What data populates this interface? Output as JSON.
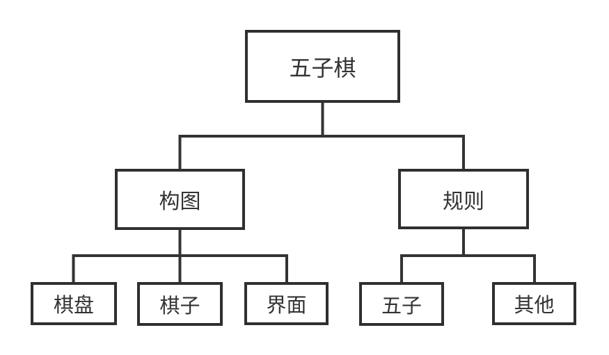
{
  "diagram": {
    "type": "tree",
    "background_color": "#ffffff",
    "line_color": "#333333",
    "border_color": "#2f2f2f",
    "text_color": "#333333",
    "nodes": {
      "root": {
        "label": "五子棋",
        "level": 1,
        "parent": null
      },
      "composition": {
        "label": "构图",
        "level": 2,
        "parent": "五子棋"
      },
      "rules": {
        "label": "规则",
        "level": 2,
        "parent": "五子棋"
      },
      "board": {
        "label": "棋盘",
        "level": 3,
        "parent": "构图"
      },
      "pieces": {
        "label": "棋子",
        "level": 3,
        "parent": "构图"
      },
      "interface": {
        "label": "界面",
        "level": 3,
        "parent": "构图"
      },
      "five": {
        "label": "五子",
        "level": 3,
        "parent": "规则"
      },
      "other": {
        "label": "其他",
        "level": 3,
        "parent": "规则"
      }
    }
  }
}
